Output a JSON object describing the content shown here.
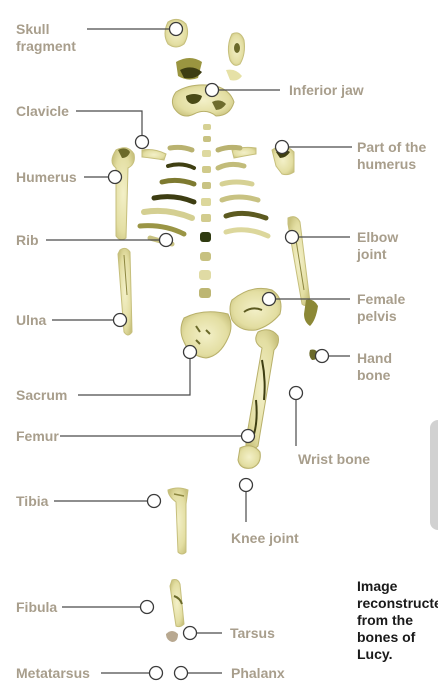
{
  "colors": {
    "bone_light": "#ece8b6",
    "bone_mid": "#cfc98a",
    "bone_dark": "#5a5a22",
    "leader_line": "#4a4a4a",
    "label_text": "#a89e8c",
    "caption_text": "#1a1a1a"
  },
  "labels": {
    "skull_fragment_1": "Skull",
    "skull_fragment_2": "fragment",
    "inferior_jaw": "Inferior jaw",
    "clavicle": "Clavicle",
    "part_humerus_1": "Part of the",
    "part_humerus_2": "humerus",
    "humerus": "Humerus",
    "rib": "Rib",
    "elbow_joint_1": "Elbow",
    "elbow_joint_2": "joint",
    "female_pelvis_1": "Female",
    "female_pelvis_2": "pelvis",
    "ulna": "Ulna",
    "hand_bone_1": "Hand",
    "hand_bone_2": "bone",
    "sacrum": "Sacrum",
    "femur": "Femur",
    "wrist_bone": "Wrist bone",
    "tibia": "Tibia",
    "knee_joint": "Knee joint",
    "fibula": "Fibula",
    "tarsus": "Tarsus",
    "metatarsus": "Metatarsus",
    "phalanx": "Phalanx"
  },
  "caption": {
    "line1": "Image",
    "line2": "reconstructed",
    "line3": "from the",
    "line4": "bones of",
    "line5": "Lucy."
  }
}
